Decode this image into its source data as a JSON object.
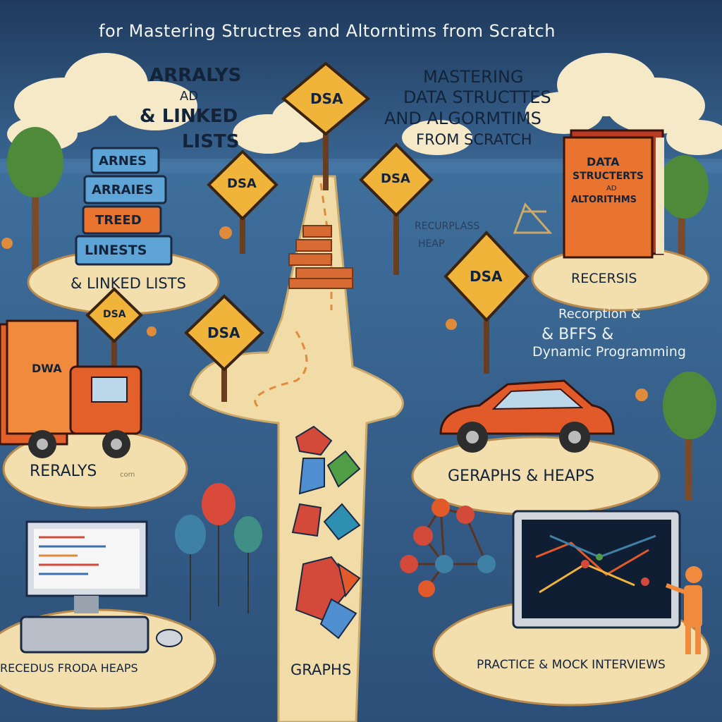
{
  "header": {
    "title": "for Mastering Structres and Altorntims from Scratch"
  },
  "top_left": {
    "line1": "ARRALYS",
    "line2": "AD",
    "line3": "& LINKED",
    "line4": "LISTS"
  },
  "top_right": {
    "line1": "MASTERING",
    "line2": "DATA STRUCTTES",
    "line3": "AND ALGORMTIMS",
    "line4": "FROM SCRATCH"
  },
  "signs": {
    "label": "DSA"
  },
  "book_stack": {
    "b1": "ARNES",
    "b2": "ARRAIES",
    "b3": "TREED",
    "b4": "LINESTS"
  },
  "islands": {
    "linked_lists": "& LINKED LISTS",
    "recursis": "RECERSIS",
    "reralys": "RERALYS",
    "reralys_small": "com",
    "graphs_heaps": "GERAPHS & HEAPS",
    "recedus": "RECEDUS FRODA HEAPS",
    "graphs": "GRAPHS",
    "practice": "PRACTICE & MOCK INTERVIEWS"
  },
  "mid_labels": {
    "recurplass": "RECURPLASS",
    "heap": "HEAP",
    "recorpion": "Recorption &",
    "bffs": "& BFFS &",
    "dp": "Dynamic Programming"
  },
  "red_book": {
    "line1": "DATA",
    "line2": "STRUCTERTS",
    "line3": "AD",
    "line4": "ALTORITHMS"
  },
  "truck": {
    "label": "DWA"
  },
  "colors": {
    "sky": "#2e5a86",
    "sea": "#3f6f9c",
    "island": "#f3dfae",
    "sign": "#f1b43a",
    "accent_orange": "#e3602b",
    "text_dark": "#13233a"
  }
}
